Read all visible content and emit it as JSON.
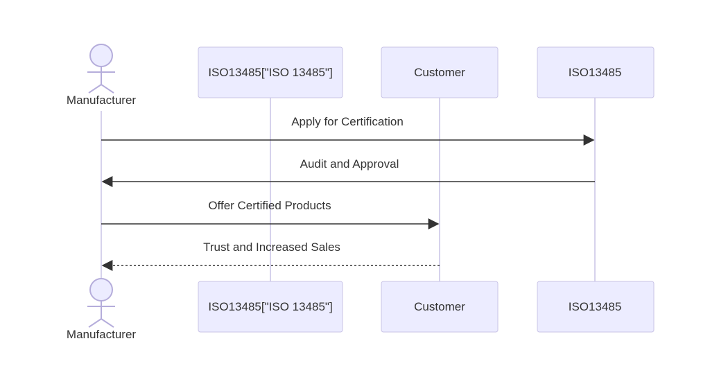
{
  "participants": [
    {
      "id": "manufacturer",
      "label": "Manufacturer",
      "kind": "actor"
    },
    {
      "id": "iso_quoted",
      "label": "ISO13485[\"ISO 13485\"]",
      "kind": "box"
    },
    {
      "id": "customer",
      "label": "Customer",
      "kind": "box"
    },
    {
      "id": "iso",
      "label": "ISO13485",
      "kind": "box"
    }
  ],
  "messages": [
    {
      "from": "manufacturer",
      "to": "iso",
      "label": "Apply for Certification",
      "style": "solid"
    },
    {
      "from": "iso",
      "to": "manufacturer",
      "label": "Audit and Approval",
      "style": "solid"
    },
    {
      "from": "manufacturer",
      "to": "customer",
      "label": "Offer Certified Products",
      "style": "solid"
    },
    {
      "from": "customer",
      "to": "manufacturer",
      "label": "Trust and Increased Sales",
      "style": "dotted"
    }
  ],
  "colors": {
    "box_fill": "#ececff",
    "box_stroke": "#c9c3e6",
    "lifeline": "#c9c3e6",
    "text": "#333333",
    "arrow": "#333333"
  }
}
